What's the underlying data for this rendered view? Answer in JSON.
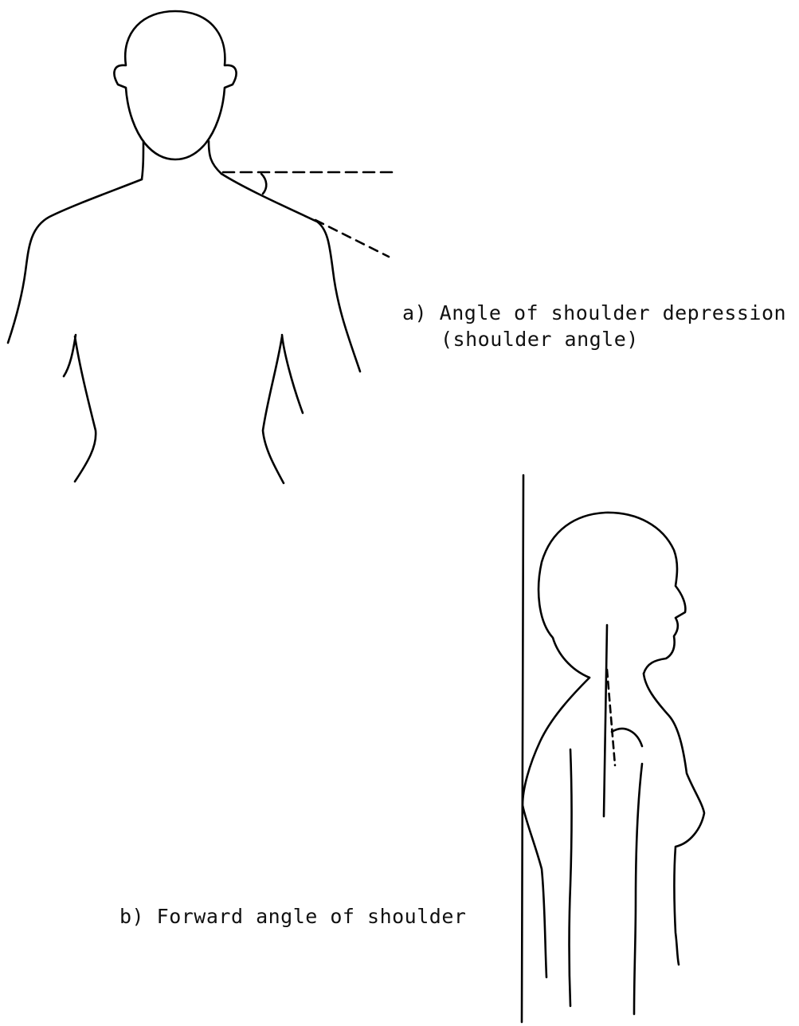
{
  "figure": {
    "line_color": "#000000",
    "background": "#ffffff",
    "panel_a": {
      "caption_line1": "a) Angle of shoulder depression",
      "caption_line2": "(shoulder angle)"
    },
    "panel_b": {
      "caption": "b) Forward angle of shoulder"
    }
  }
}
